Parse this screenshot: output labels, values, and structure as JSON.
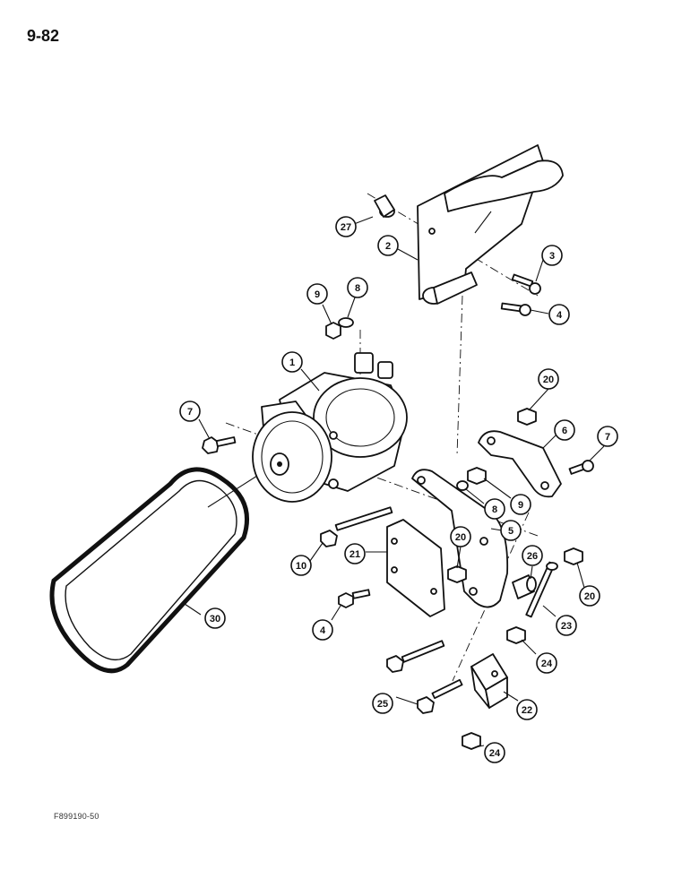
{
  "page": {
    "page_number": "9-82",
    "figure_code": "F899190-50"
  },
  "callouts": [
    {
      "id": "callout-27",
      "label": "27",
      "part": "spacer"
    },
    {
      "id": "callout-2",
      "label": "2",
      "part": "mounting-bracket"
    },
    {
      "id": "callout-3",
      "label": "3",
      "part": "bolt"
    },
    {
      "id": "callout-4a",
      "label": "4",
      "part": "bolt"
    },
    {
      "id": "callout-9a",
      "label": "9",
      "part": "nut"
    },
    {
      "id": "callout-8a",
      "label": "8",
      "part": "washer"
    },
    {
      "id": "callout-1",
      "label": "1",
      "part": "compressor"
    },
    {
      "id": "callout-7a",
      "label": "7",
      "part": "bolt"
    },
    {
      "id": "callout-20a",
      "label": "20",
      "part": "nut"
    },
    {
      "id": "callout-6",
      "label": "6",
      "part": "plate"
    },
    {
      "id": "callout-7b",
      "label": "7",
      "part": "bolt"
    },
    {
      "id": "callout-9b",
      "label": "9",
      "part": "nut"
    },
    {
      "id": "callout-8b",
      "label": "8",
      "part": "washer"
    },
    {
      "id": "callout-5",
      "label": "5",
      "part": "plate"
    },
    {
      "id": "callout-21",
      "label": "21",
      "part": "plate"
    },
    {
      "id": "callout-20b",
      "label": "20",
      "part": "nut"
    },
    {
      "id": "callout-10",
      "label": "10",
      "part": "bolt"
    },
    {
      "id": "callout-26",
      "label": "26",
      "part": "spacer"
    },
    {
      "id": "callout-20c",
      "label": "20",
      "part": "nut"
    },
    {
      "id": "callout-23",
      "label": "23",
      "part": "stud"
    },
    {
      "id": "callout-4b",
      "label": "4",
      "part": "bolt"
    },
    {
      "id": "callout-30",
      "label": "30",
      "part": "belt"
    },
    {
      "id": "callout-24a",
      "label": "24",
      "part": "nut"
    },
    {
      "id": "callout-25",
      "label": "25",
      "part": "bolt"
    },
    {
      "id": "callout-22",
      "label": "22",
      "part": "block"
    },
    {
      "id": "callout-24b",
      "label": "24",
      "part": "nut"
    }
  ]
}
